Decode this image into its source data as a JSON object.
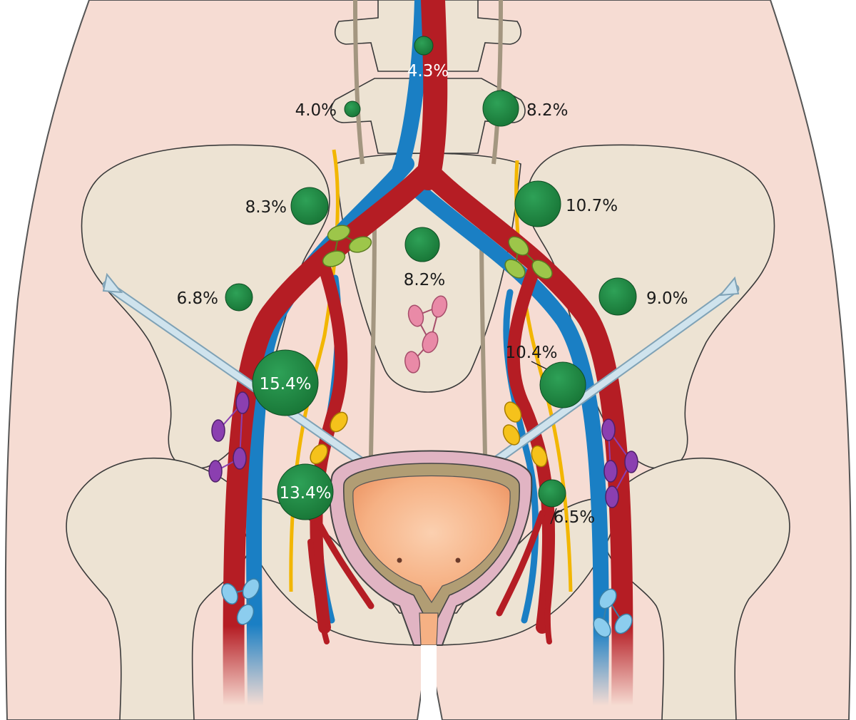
{
  "colors": {
    "skin": "#f6dcd3",
    "bone": "#ede3d3",
    "artery": "#b51d24",
    "vein": "#1a7fc4",
    "ureter": "#f2b600",
    "node_marker": "#1f8a43",
    "bladder_wall": "#d9a8b8",
    "bladder_inner": "#f7b88e",
    "lymph_green": "#9dc64a",
    "lymph_pink": "#e98aa7",
    "lymph_purple": "#8b3fb0",
    "lymph_yellow": "#f5c21b",
    "lymph_blue": "#8ccdee",
    "catheter": "#c4dbe6"
  },
  "nodes": [
    {
      "id": "paraaortic-center",
      "label": "4.3%"
    },
    {
      "id": "paracaval-right",
      "label": "4.0%"
    },
    {
      "id": "paraaortic-left",
      "label": "8.2%"
    },
    {
      "id": "common-iliac-right",
      "label": "8.3%"
    },
    {
      "id": "common-iliac-left",
      "label": "10.7%"
    },
    {
      "id": "presacral",
      "label": "8.2%"
    },
    {
      "id": "external-iliac-upper-right",
      "label": "6.8%"
    },
    {
      "id": "external-iliac-upper-left",
      "label": "9.0%"
    },
    {
      "id": "external-iliac-right",
      "label": "15.4%"
    },
    {
      "id": "internal-iliac-left",
      "label": "10.4%"
    },
    {
      "id": "obturator-right",
      "label": "13.4%"
    },
    {
      "id": "obturator-left",
      "label": "6.5%"
    }
  ]
}
